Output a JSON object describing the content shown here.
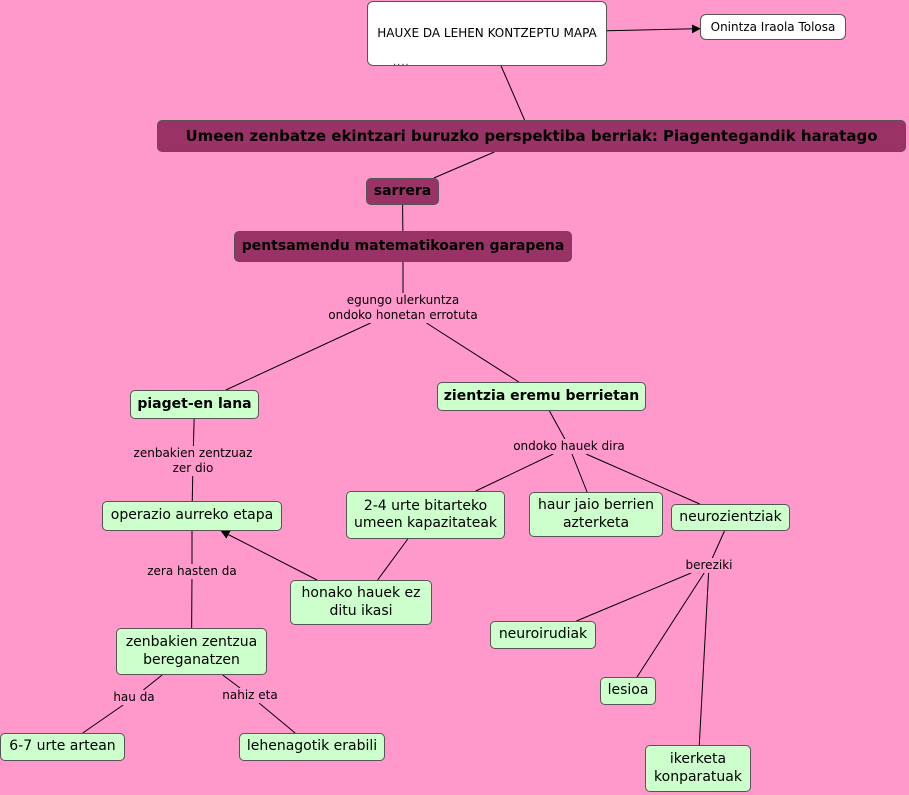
{
  "colors": {
    "background": "#ff99cc",
    "concept_green": "#ccffcc",
    "concept_purple": "#993366",
    "concept_white": "#ffffff",
    "link_line": "#000000"
  },
  "concepts": {
    "map_title": "HAUXE DA LEHEN KONTZEPTU MAPA",
    "author": "Onintza Iraola Tolosa",
    "main_title": "Umeen zenbatze ekintzari buruzko perspektiba berriak: Piagentegandik haratago",
    "sarrera": "sarrera",
    "pentsamendu": "pentsamendu matematikoaren garapena",
    "piaget": "piaget-en lana",
    "zientzia": "zientzia eremu berrietan",
    "operazio": "operazio aurreko etapa",
    "urte_2_4": "2-4 urte bitarteko umeen kapazitateak",
    "haur_jaio": "haur jaio berrien azterketa",
    "neurozientziak": "neurozientziak",
    "honako": "honako hauek ez ditu ikasi",
    "zenbakien_zentzua": "zenbakien zentzua bereganatzen",
    "neuroirudiak": "neuroirudiak",
    "lesioa": "lesioa",
    "urte_6_7": "6-7 urte artean",
    "lehenagotik": "lehenagotik erabili",
    "ikerketa": "ikerketa konparatuak"
  },
  "links": {
    "egungo_line1": "egungo ulerkuntza",
    "egungo_line2": "ondoko honetan errotuta",
    "zenbakien_line1": "zenbakien zentzuaz",
    "zenbakien_line2": "zer dio",
    "ondoko": "ondoko hauek dira",
    "zera": "zera hasten da",
    "bereziki": "bereziki",
    "hau_da": "hau da",
    "nahiz": "nahiz eta"
  },
  "edges": [
    {
      "from": "map_title",
      "to": "author",
      "arrow": true
    },
    {
      "from": "map_title",
      "to": "main_title",
      "arrow": false
    },
    {
      "from": "main_title",
      "to": "sarrera",
      "arrow": false
    },
    {
      "from": "sarrera",
      "to": "pentsamendu",
      "arrow": false
    },
    {
      "from": "pentsamendu",
      "to": "lbl-egungo",
      "arrow": false
    },
    {
      "from": "lbl-egungo",
      "to": "piaget",
      "arrow": false
    },
    {
      "from": "lbl-egungo",
      "to": "zientzia",
      "arrow": false
    },
    {
      "from": "piaget",
      "to": "lbl-zenbakien",
      "arrow": false
    },
    {
      "from": "lbl-zenbakien",
      "to": "operazio",
      "arrow": false
    },
    {
      "from": "zientzia",
      "to": "lbl-ondoko",
      "arrow": false
    },
    {
      "from": "lbl-ondoko",
      "to": "urte_2_4",
      "arrow": false
    },
    {
      "from": "lbl-ondoko",
      "to": "haur_jaio",
      "arrow": false
    },
    {
      "from": "lbl-ondoko",
      "to": "neurozientziak",
      "arrow": false
    },
    {
      "from": "urte_2_4",
      "to": "honako",
      "arrow": false
    },
    {
      "from": "honako",
      "to": "operazio",
      "arrow": true
    },
    {
      "from": "operazio",
      "to": "lbl-zera",
      "arrow": false
    },
    {
      "from": "lbl-zera",
      "to": "zenbakien_zentzua",
      "arrow": false
    },
    {
      "from": "zenbakien_zentzua",
      "to": "lbl-hau",
      "arrow": false
    },
    {
      "from": "lbl-hau",
      "to": "urte_6_7",
      "arrow": false
    },
    {
      "from": "zenbakien_zentzua",
      "to": "lbl-nahiz",
      "arrow": false
    },
    {
      "from": "lbl-nahiz",
      "to": "lehenagotik",
      "arrow": false
    },
    {
      "from": "neurozientziak",
      "to": "lbl-bereziki",
      "arrow": false
    },
    {
      "from": "lbl-bereziki",
      "to": "neuroirudiak",
      "arrow": false
    },
    {
      "from": "lbl-bereziki",
      "to": "lesioa",
      "arrow": false
    },
    {
      "from": "lbl-bereziki",
      "to": "ikerketa",
      "arrow": false
    }
  ]
}
